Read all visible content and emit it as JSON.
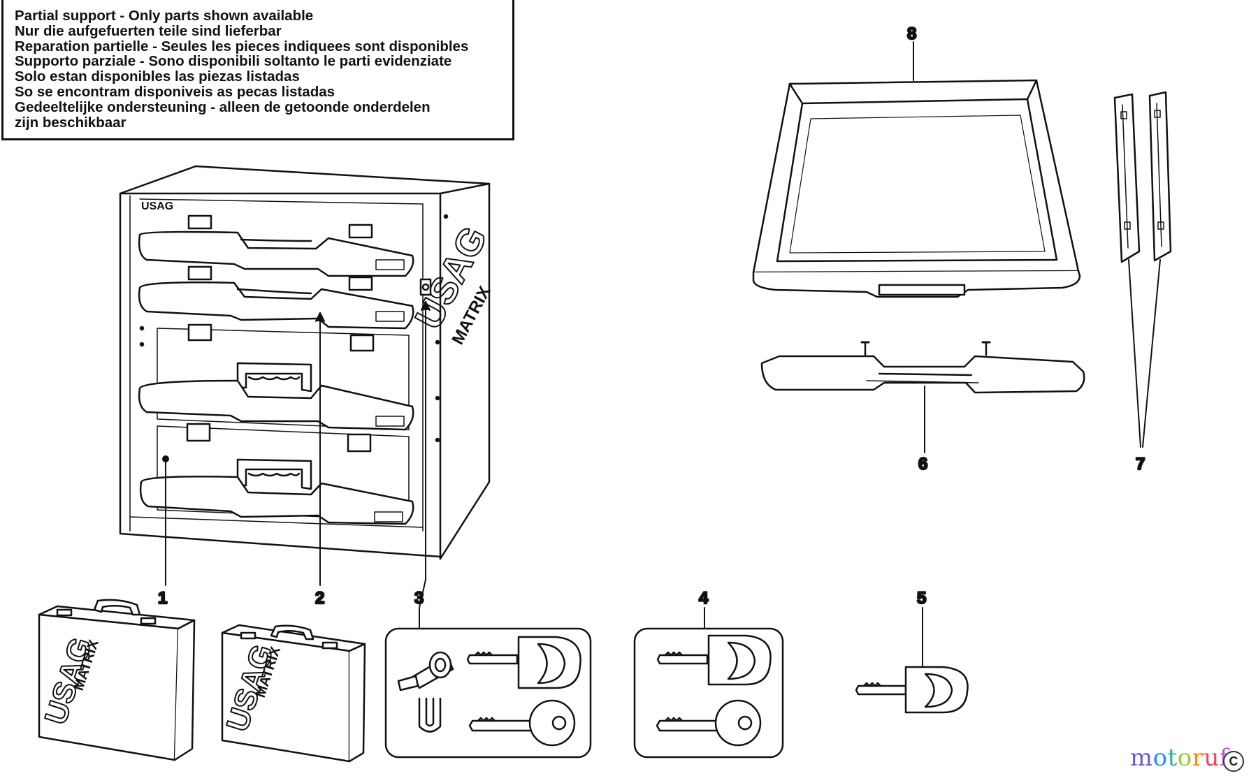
{
  "notice": {
    "lines": [
      "Partial support - Only parts shown available",
      "Nur die aufgefuerten teile sind lieferbar",
      "Reparation partielle - Seules les pieces indiquees sont disponibles",
      "Supporto parziale - Sono disponibili soltanto le parti evidenziate",
      "Solo estan disponibles las piezas listadas",
      "So se encontram disponiveis as pecas listadas",
      "Gedeeltelijke ondersteuning - alleen de getoonde onderdelen",
      "zijn beschikbaar"
    ]
  },
  "callouts": {
    "c1": "1",
    "c2": "2",
    "c3": "3",
    "c4": "4",
    "c5": "5",
    "c6": "6",
    "c7": "7",
    "c8": "8"
  },
  "logos": {
    "usag": "USAG",
    "matrix": "MATRIX"
  },
  "watermark": {
    "letters": [
      "m",
      "o",
      "t",
      "o",
      "r",
      "u",
      "f"
    ],
    "colors": [
      "#6a5acd",
      "#1e90ff",
      "#20b2aa",
      "#9acd32",
      "#ff8c00",
      "#e9446a",
      "#ba55d3"
    ],
    "copyright": "C"
  }
}
